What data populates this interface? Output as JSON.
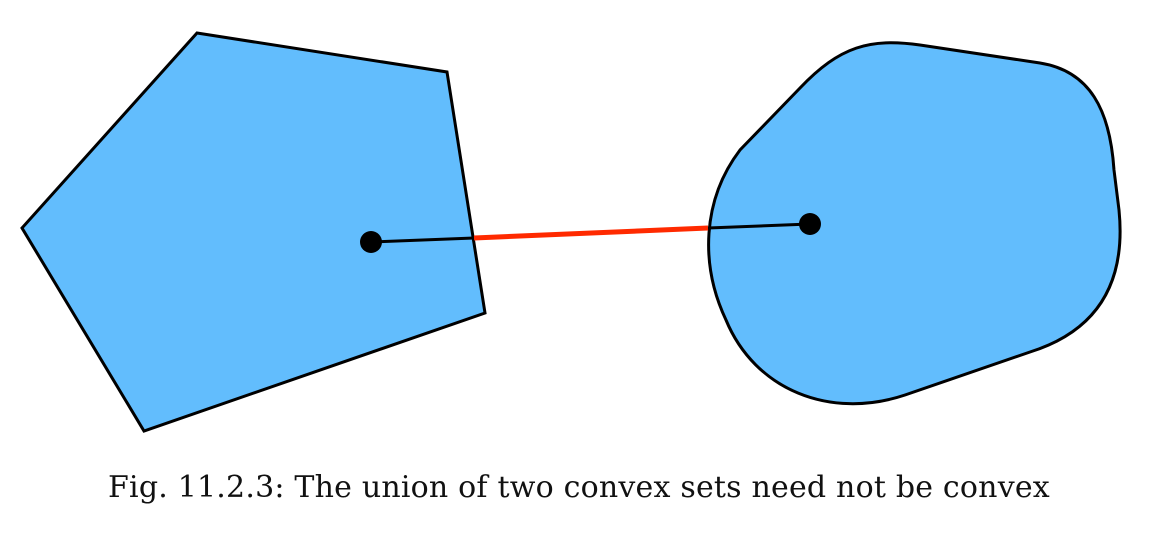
{
  "caption": "Fig. 11.2.3: The union of two convex sets need not be convex",
  "colors": {
    "shape_fill": "#62bdfd",
    "shape_stroke": "#000000",
    "segment_inside": "#000000",
    "segment_outside": "#ff2a00",
    "point_fill": "#000000"
  },
  "shapes": [
    {
      "name": "pentagon",
      "kind": "convex polygon"
    },
    {
      "name": "rounded-blob",
      "kind": "convex rounded shape"
    }
  ],
  "points": [
    {
      "name": "point-in-pentagon"
    },
    {
      "name": "point-in-blob"
    }
  ]
}
